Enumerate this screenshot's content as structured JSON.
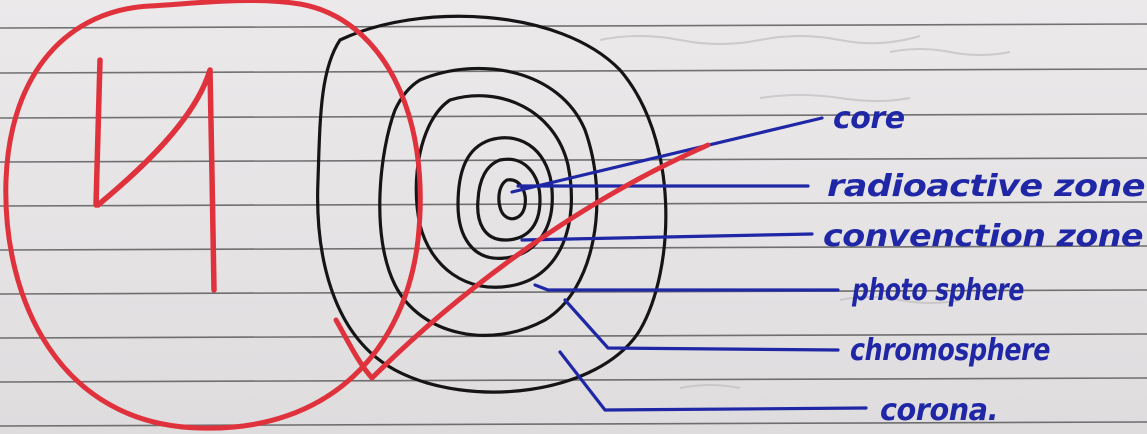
{
  "labels": {
    "core": "core",
    "radioactive_zone": "radioactive zone",
    "convection_zone": "convenction zone",
    "photosphere": "photo sphere",
    "chromosphere": "chromosphere",
    "corona": "corona."
  },
  "grading": {
    "score": "4",
    "tick": "✓"
  },
  "colors": {
    "paper": "#e7e5e6",
    "rule_line": "#3c3c3c",
    "pencil_ink": "#151515",
    "pen_ink": "#1f27a6",
    "marking_ink": "#e0323c"
  }
}
